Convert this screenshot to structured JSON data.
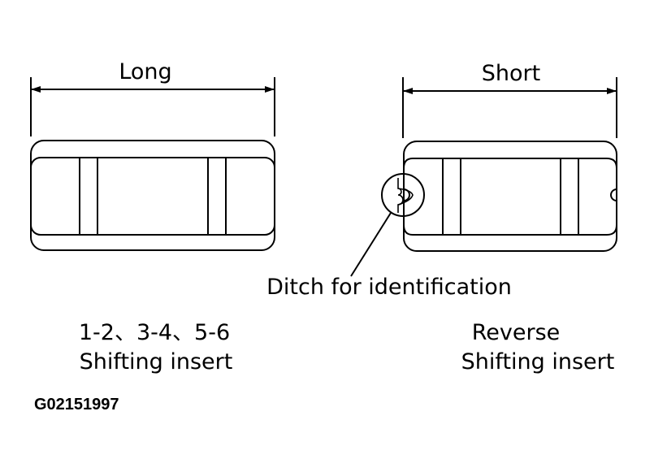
{
  "left_part": {
    "dimension_label": "Long",
    "caption_line1": "1-2、3-4、5-6",
    "caption_line2": "Shifting insert"
  },
  "right_part": {
    "dimension_label": "Short",
    "caption_line1": "Reverse",
    "caption_line2": "Shifting insert",
    "callout": "Ditch for identification"
  },
  "figure_code": "G02151997"
}
